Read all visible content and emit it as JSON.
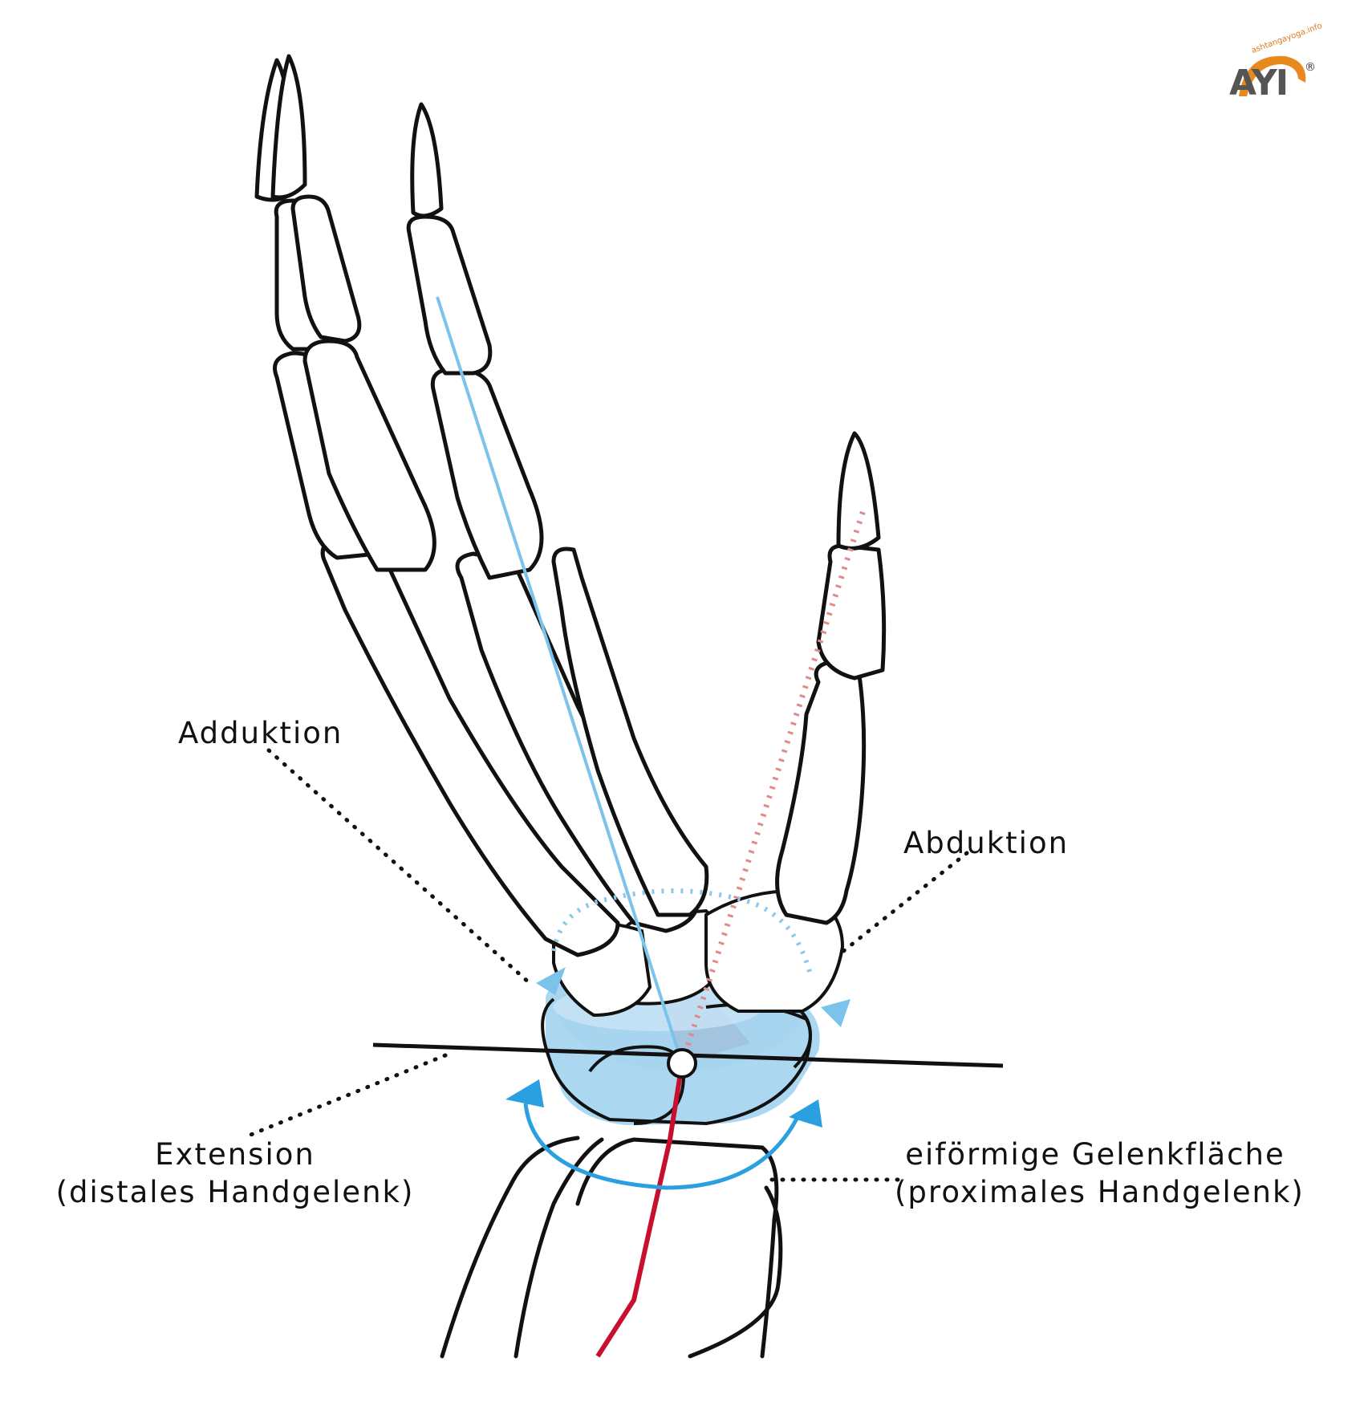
{
  "labels": {
    "adduktion": "Adduktion",
    "abduktion": "Abduktion",
    "extension_line1": "Extension",
    "extension_line2": "(distales Handgelenk)",
    "eiformige_line1": "eiförmige Gelenkfläche",
    "eiformige_line2": "(proximales Handgelenk)"
  },
  "logo": {
    "text": "AYI",
    "tagline": "ashtangayoga.info",
    "registered": "®",
    "accent_color": "#e8891d"
  },
  "colors": {
    "bone_stroke": "#111111",
    "bone_fill": "#ffffff",
    "joint_light_blue": "#d7ecf8",
    "joint_blue": "#9dd0ee",
    "arrow_blue": "#2aa0e0",
    "axis_blue": "#7cc3ec",
    "axis_red": "#c8102e",
    "dotted_red": "#e08a8a",
    "dotted_blue": "#8cc8ea",
    "red_sector": "#b25a63"
  }
}
